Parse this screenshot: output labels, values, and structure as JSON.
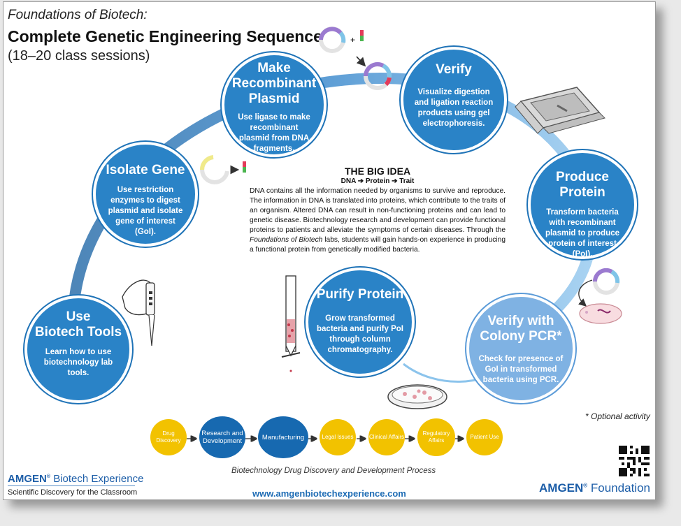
{
  "header": {
    "series": "Foundations of Biotech:",
    "title": "Complete Genetic Engineering Sequence",
    "sessions": "(18–20 class sessions)"
  },
  "steps": [
    {
      "title": "Use\nBiotech Tools",
      "body": "Learn how to use biotechnology lab tools."
    },
    {
      "title": "Isolate Gene",
      "body": "Use restriction enzymes to digest plasmid and isolate gene of interest (GoI)."
    },
    {
      "title": "Make\nRecombinant\nPlasmid",
      "body": "Use ligase to make recombinant plasmid from DNA fragments."
    },
    {
      "title": "Verify",
      "body": "Visualize digestion and ligation reaction products using gel electrophoresis."
    },
    {
      "title": "Produce\nProtein",
      "body": "Transform bacteria with recombinant plasmid to produce protein of interest (PoI)."
    },
    {
      "title": "Verify with\nColony PCR*",
      "body": "Check for presence of GoI in transformed bacteria using PCR."
    },
    {
      "title": "Purify Protein",
      "body": "Grow transformed bacteria and purify PoI through column chromatography."
    }
  ],
  "big_idea": {
    "heading": "THE BIG IDEA",
    "subheading": "DNA ➔ Protein ➔ Trait",
    "paragraph_before": "DNA contains all the information needed by organisms to survive and reproduce. The information in DNA is translated into proteins, which contribute to the traits of an organism. Altered DNA can result in non-functioning proteins and can lead to genetic disease. Biotechnology research and development can provide functional proteins to patients and alleviate the symptoms of certain diseases. Through the ",
    "paragraph_italic": "Foundations of Biotech",
    "paragraph_after": " labs, students will gain hands-on experience in producing a functional protein from genetically modified bacteria."
  },
  "optional_note": "* Optional activity",
  "pipeline": {
    "stages": [
      "Drug Discovery",
      "Research and Development",
      "Manufacturing",
      "Legal Issues",
      "Clinical Affairs",
      "Regulatory Affairs",
      "Patient Use"
    ],
    "caption": "Biotechnology Drug Discovery and Development Process"
  },
  "footer": {
    "abe_logo_mark": "AMGEN",
    "abe_logo_rest": "Biotech Experience",
    "abe_tagline": "Scientific Discovery for the Classroom",
    "url": "www.amgenbiotechexperience.com",
    "foundation_logo_mark": "AMGEN",
    "foundation_logo_rest": "Foundation"
  },
  "colors": {
    "circle_dark": "#2a83c7",
    "circle_light": "#7fb2e3",
    "arc": "#5f9fd6",
    "pipeline_yellow": "#f2c200",
    "pipeline_blue": "#1769b0",
    "link_blue": "#1f6db5"
  }
}
